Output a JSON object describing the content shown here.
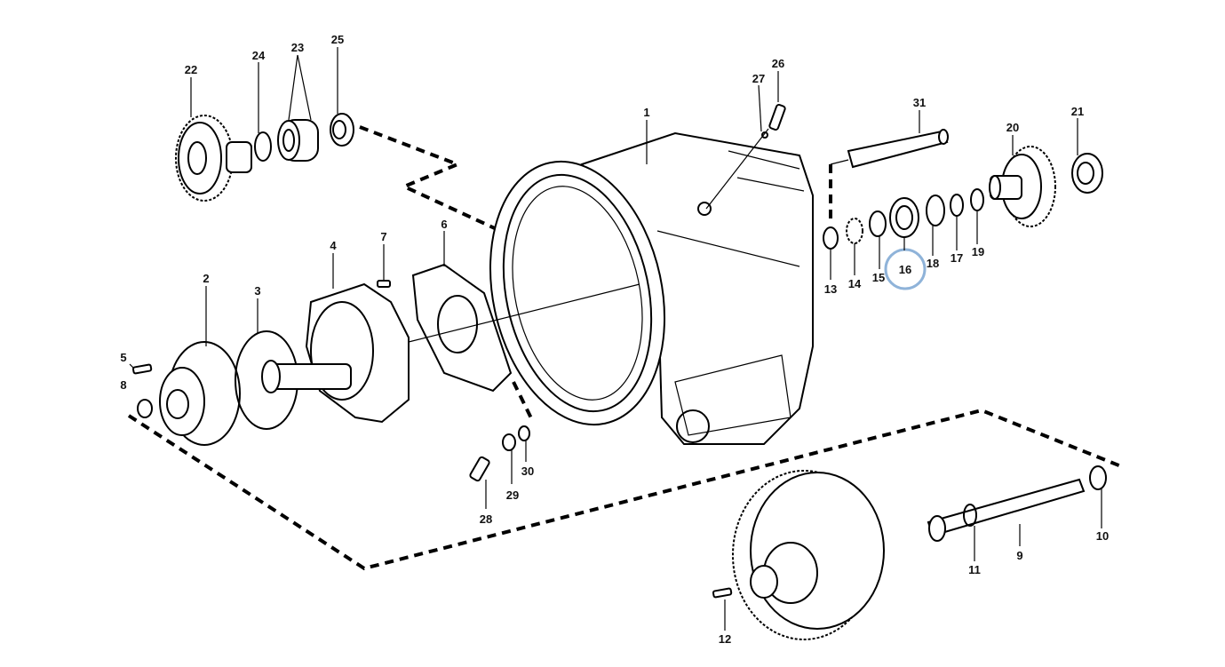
{
  "diagram": {
    "highlight_color": "#8fb3d9",
    "highlighted_callout": "16",
    "callouts": [
      {
        "id": "c1",
        "text": "1"
      },
      {
        "id": "c2",
        "text": "2"
      },
      {
        "id": "c3",
        "text": "3"
      },
      {
        "id": "c4",
        "text": "4"
      },
      {
        "id": "c5",
        "text": "5"
      },
      {
        "id": "c6",
        "text": "6"
      },
      {
        "id": "c7",
        "text": "7"
      },
      {
        "id": "c8",
        "text": "8"
      },
      {
        "id": "c9",
        "text": "9"
      },
      {
        "id": "c10",
        "text": "10"
      },
      {
        "id": "c11",
        "text": "11"
      },
      {
        "id": "c12",
        "text": "12"
      },
      {
        "id": "c13",
        "text": "13"
      },
      {
        "id": "c14",
        "text": "14"
      },
      {
        "id": "c15",
        "text": "15"
      },
      {
        "id": "c16",
        "text": "16"
      },
      {
        "id": "c17",
        "text": "17"
      },
      {
        "id": "c18",
        "text": "18"
      },
      {
        "id": "c19",
        "text": "19"
      },
      {
        "id": "c20",
        "text": "20"
      },
      {
        "id": "c21",
        "text": "21"
      },
      {
        "id": "c22",
        "text": "22"
      },
      {
        "id": "c23",
        "text": "23"
      },
      {
        "id": "c24",
        "text": "24"
      },
      {
        "id": "c25",
        "text": "25"
      },
      {
        "id": "c26",
        "text": "26"
      },
      {
        "id": "c27",
        "text": "27"
      },
      {
        "id": "c28",
        "text": "28"
      },
      {
        "id": "c29",
        "text": "29"
      },
      {
        "id": "c30",
        "text": "30"
      },
      {
        "id": "c31",
        "text": "31"
      }
    ]
  }
}
